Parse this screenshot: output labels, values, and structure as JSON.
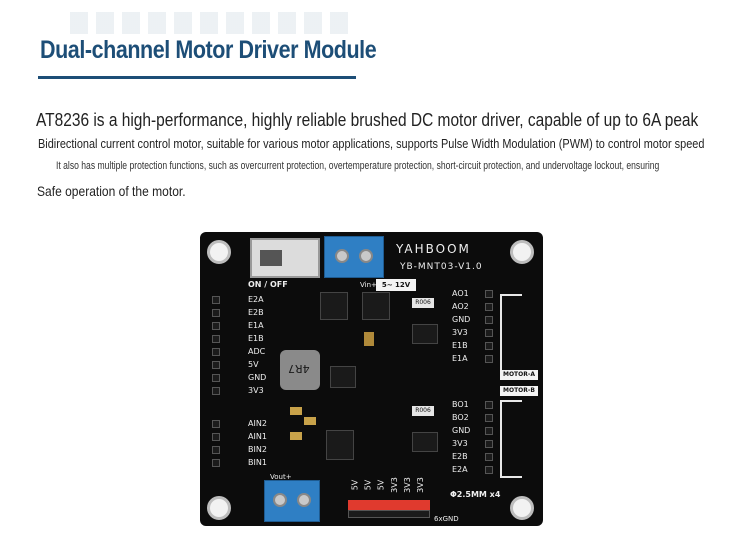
{
  "heading": "Dual-channel Motor Driver Module",
  "paragraph_1": "AT8236 is a high-performance, highly reliable brushed DC motor driver, capable of up to 6A peak",
  "paragraph_2": "Bidirectional current control motor, suitable for various motor applications, supports Pulse Width Modulation (PWM) to control motor speed",
  "paragraph_3": "It also has multiple protection functions, such as overcurrent protection, overtemperature protection, short-circuit protection, and undervoltage lockout, ensuring",
  "paragraph_4": "Safe operation of the motor.",
  "board": {
    "brand": "YAHBOOM",
    "model": "YB-MNT03-V1.0",
    "switch_label": "ON / OFF",
    "vin_label": "Vin+",
    "voltage_label": "5~ 12V",
    "vout_label": "Vout+",
    "hole_label": "Φ2.5MM x4",
    "gnd_label": "6xGND",
    "inductor_marking": "4R7",
    "resistor_marking_1": "R006",
    "resistor_marking_2": "R006",
    "motor_a_label": "MOTOR-A",
    "motor_b_label": "MOTOR-B",
    "left_pins_top": [
      "E2A",
      "E2B",
      "E1A",
      "E1B",
      "ADC",
      "5V",
      "GND",
      "3V3"
    ],
    "left_pins_bottom": [
      "AIN2",
      "AIN1",
      "BIN2",
      "BIN1"
    ],
    "right_pins_a": [
      "AO1",
      "AO2",
      "GND",
      "3V3",
      "E1B",
      "E1A"
    ],
    "right_pins_b": [
      "BO1",
      "BO2",
      "GND",
      "3V3",
      "E2B",
      "E2A"
    ],
    "bottom_pins": [
      "5V",
      "5V",
      "5V",
      "3V3",
      "3V3",
      "3V3"
    ]
  }
}
